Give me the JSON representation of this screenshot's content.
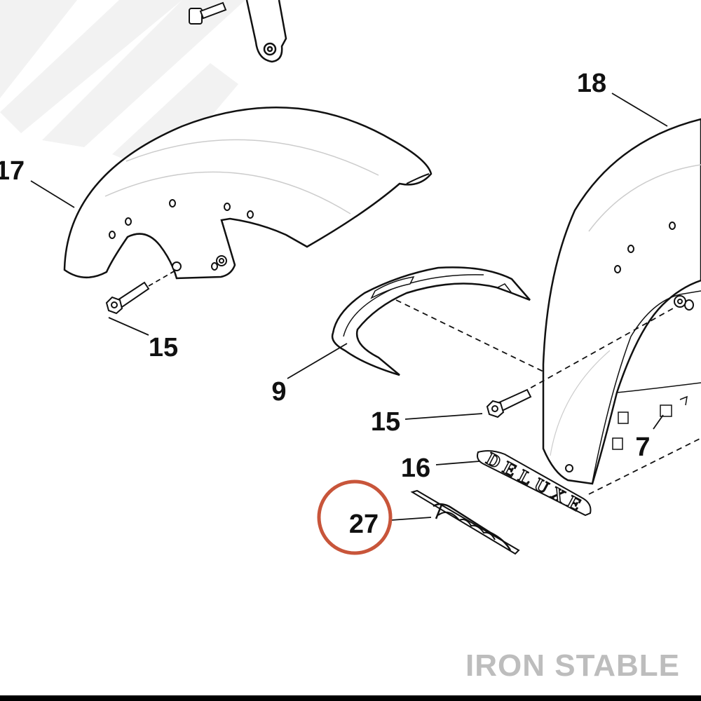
{
  "diagram": {
    "callouts": [
      {
        "id": "c17",
        "label": "17"
      },
      {
        "id": "c15a",
        "label": "15"
      },
      {
        "id": "c9",
        "label": "9"
      },
      {
        "id": "c15b",
        "label": "15"
      },
      {
        "id": "c16",
        "label": "16"
      },
      {
        "id": "c27",
        "label": "27"
      },
      {
        "id": "c18",
        "label": "18"
      },
      {
        "id": "c7",
        "label": "7"
      }
    ],
    "emblem_deluxe_text": "DELUXE",
    "highlight_color": "#c8553a"
  },
  "watermark": {
    "brand": "IRON STABLE"
  }
}
